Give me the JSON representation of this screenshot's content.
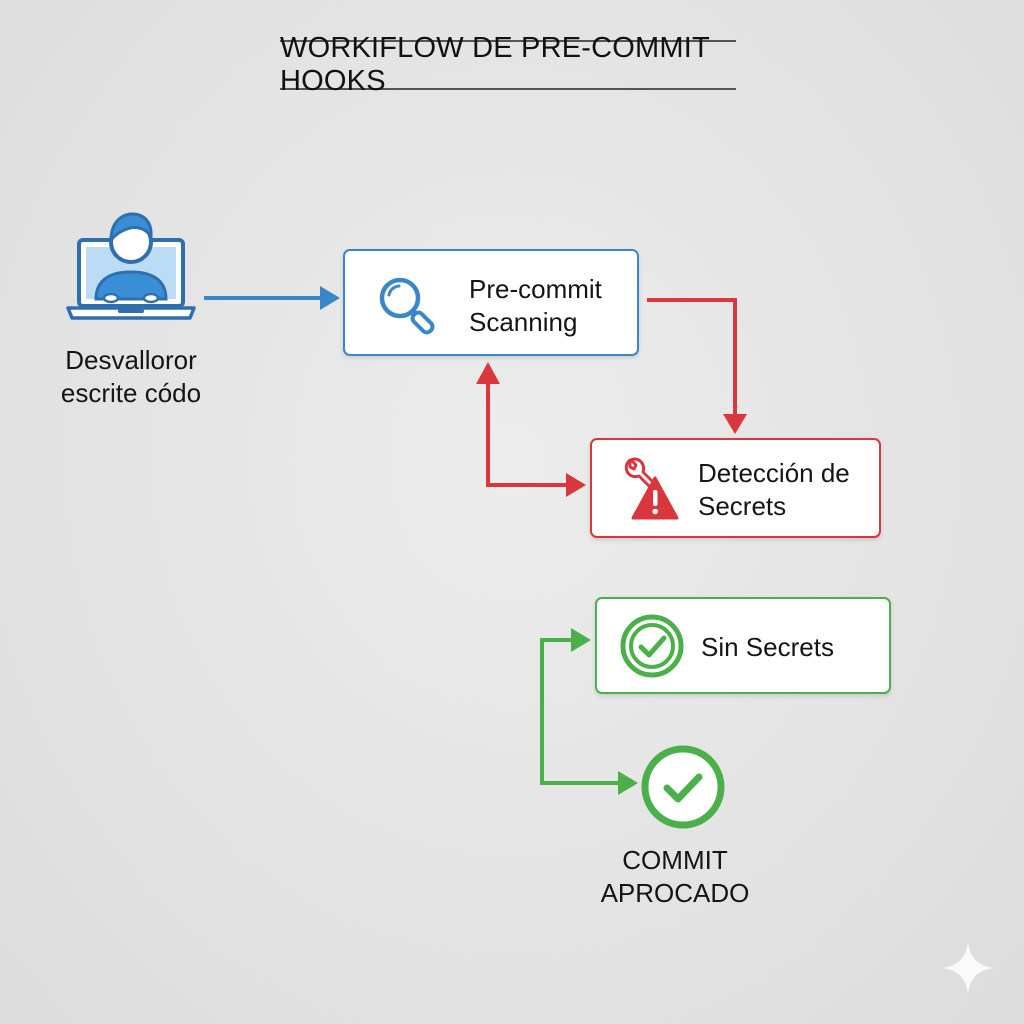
{
  "title": "WORKIFLOW DE PRE-COMMIT HOOKS",
  "nodes": {
    "developer": {
      "line1": "Desvalloror",
      "line2": "escrite códo",
      "icon": "developer-laptop-icon"
    },
    "scanning": {
      "line1": "Pre-commit",
      "line2": "Scanning",
      "icon": "magnifier-icon"
    },
    "detection": {
      "line1": "Detección de",
      "line2": "Secrets",
      "icon": "wrench-warning-icon"
    },
    "clean": {
      "label": "Sin Secrets",
      "icon": "check-circle-icon"
    },
    "approved": {
      "line1": "COMMIT",
      "line2": "APROCADO",
      "icon": "check-circle-icon"
    }
  },
  "colors": {
    "blue": "#3a86c8",
    "red": "#d9363e",
    "green": "#4bb04a"
  }
}
